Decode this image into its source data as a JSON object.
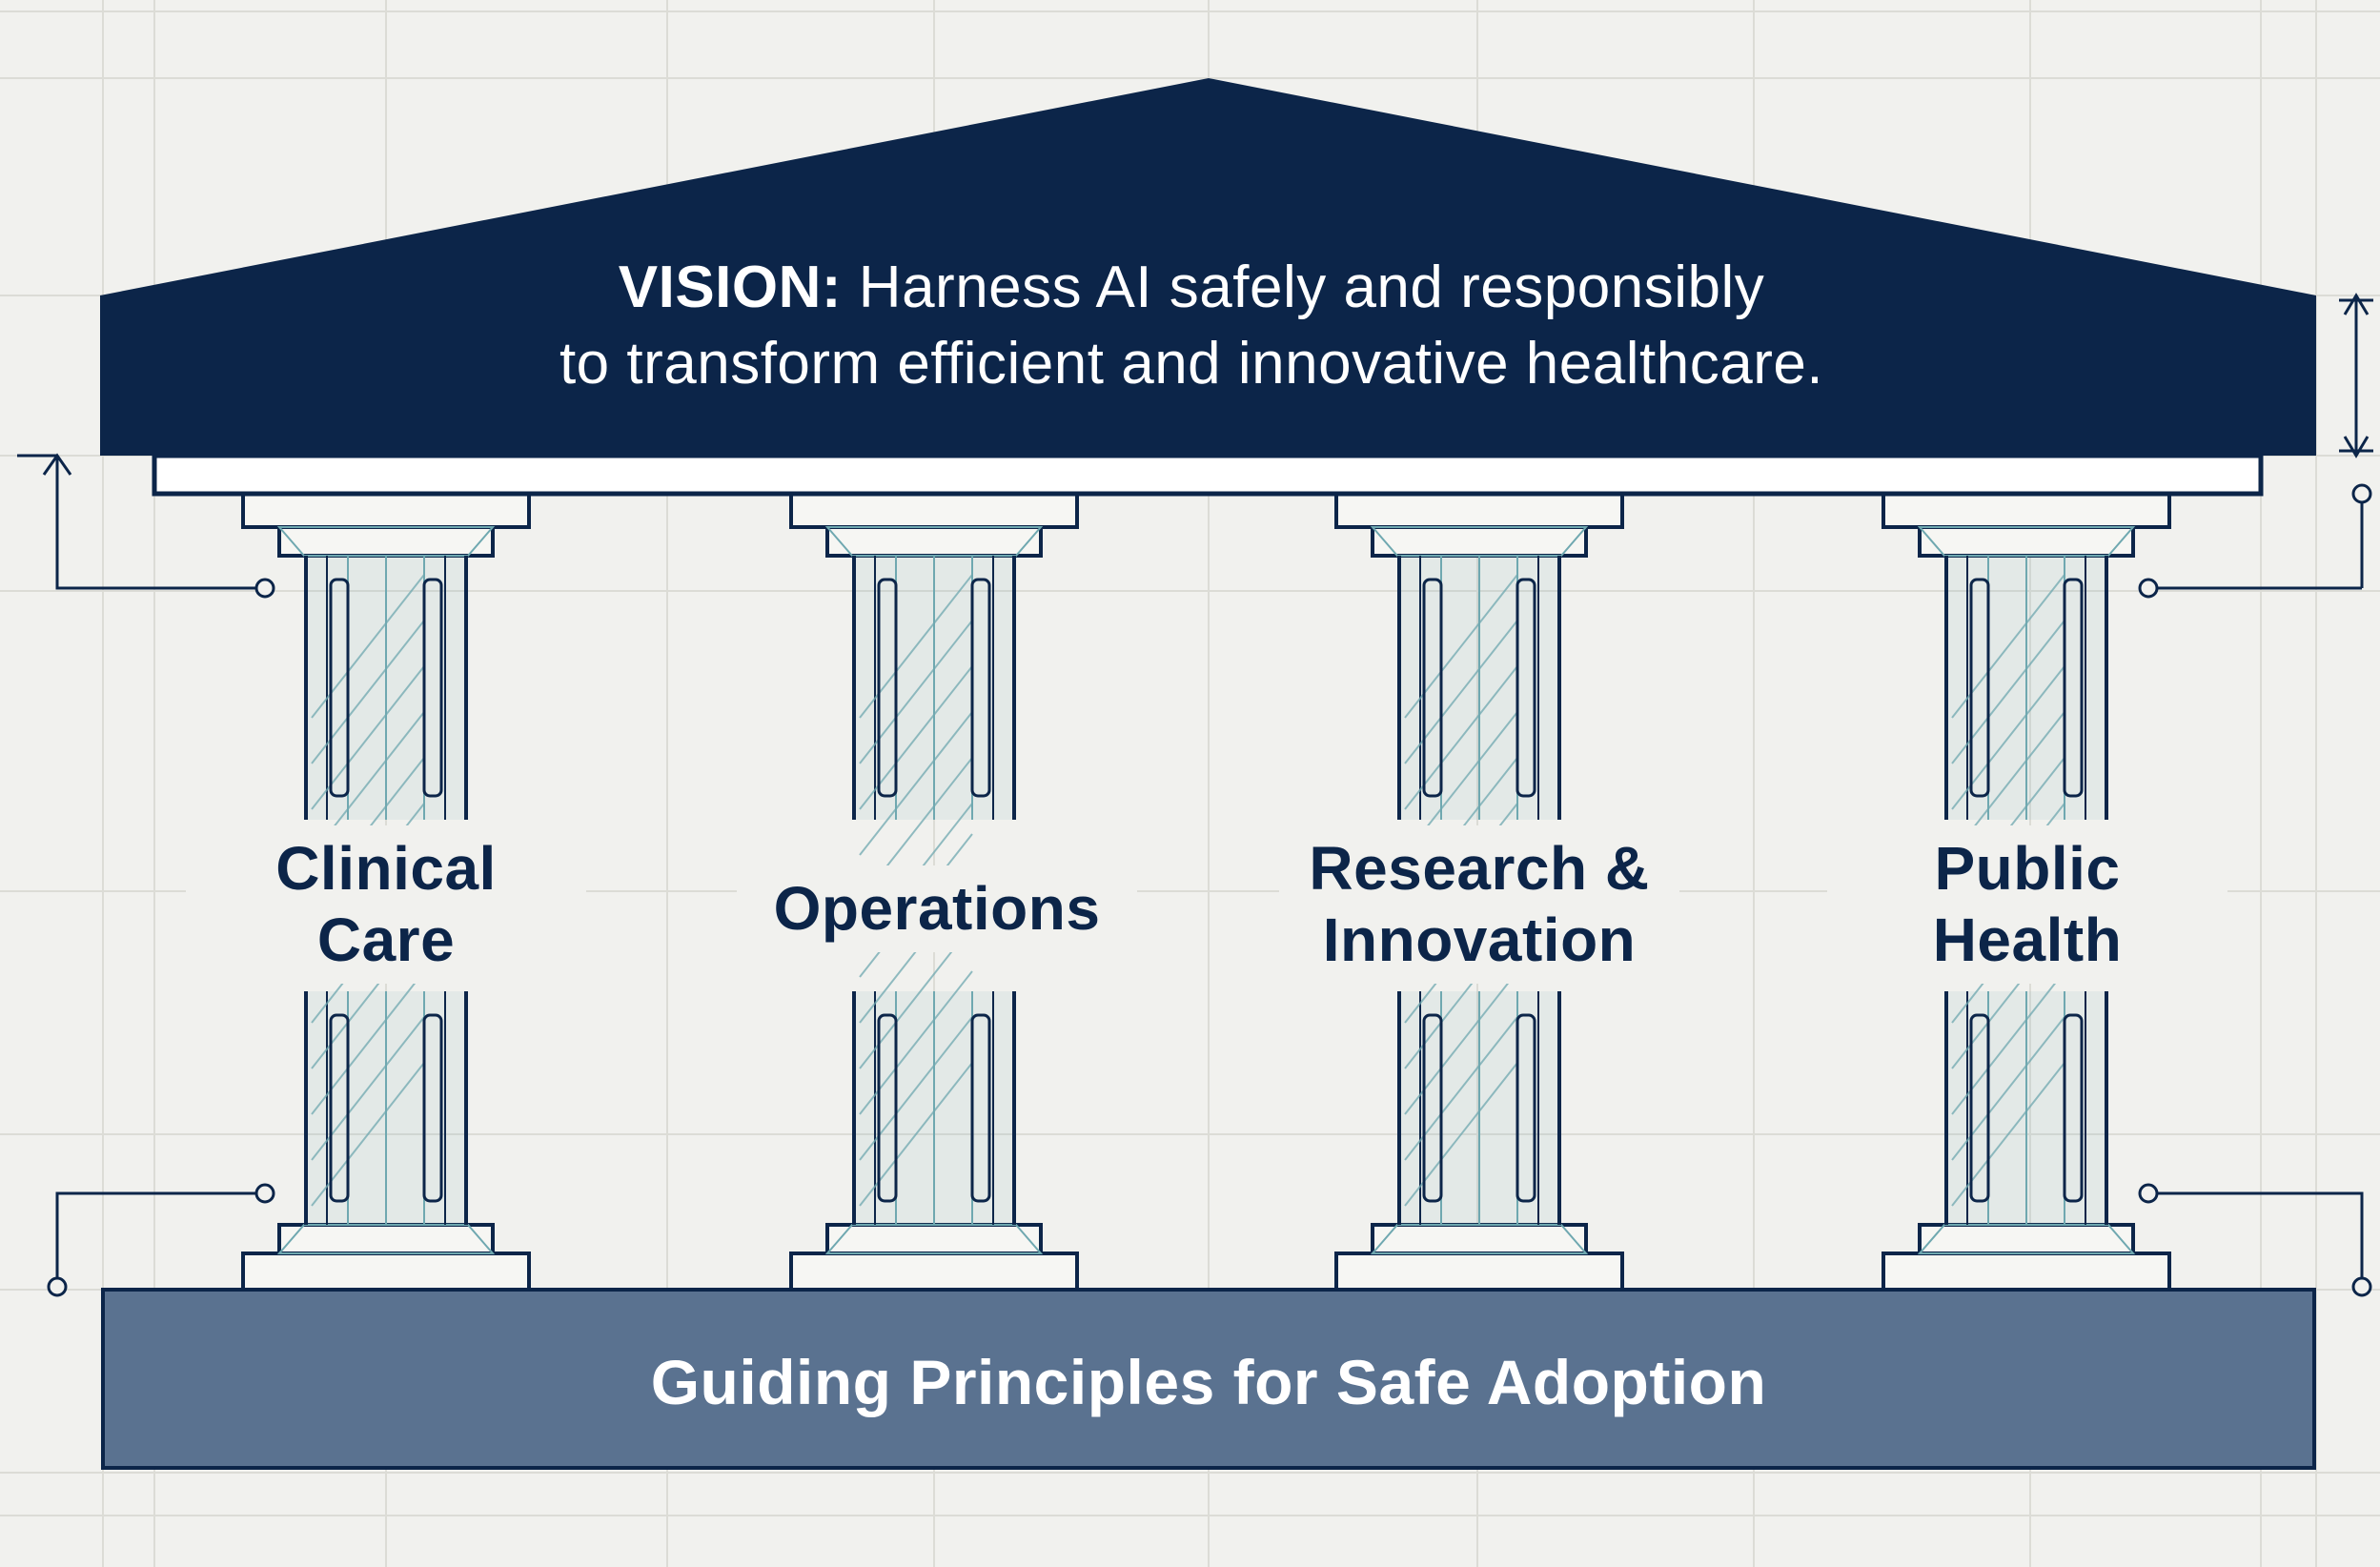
{
  "vision": {
    "label": "VISION:",
    "line1_text": " Harness AI safely and responsibly",
    "line2": "to transform efficient and innovative healthcare."
  },
  "pillars": [
    {
      "line1": "Clinical",
      "line2": "Care"
    },
    {
      "line1": "Operations",
      "line2": ""
    },
    {
      "line1": "Research &",
      "line2": "Innovation"
    },
    {
      "line1": "Public",
      "line2": "Health"
    }
  ],
  "foundation": {
    "label": "Guiding Principles for Safe Adoption"
  },
  "colors": {
    "background": "#f1f1ee",
    "grid": "#dcdcd6",
    "roof": "#0c2549",
    "foundation": "#5a7290",
    "column_outline": "#0c2549",
    "hatch": "#6fa8b0",
    "label_text": "#0c2549",
    "white": "#ffffff"
  }
}
